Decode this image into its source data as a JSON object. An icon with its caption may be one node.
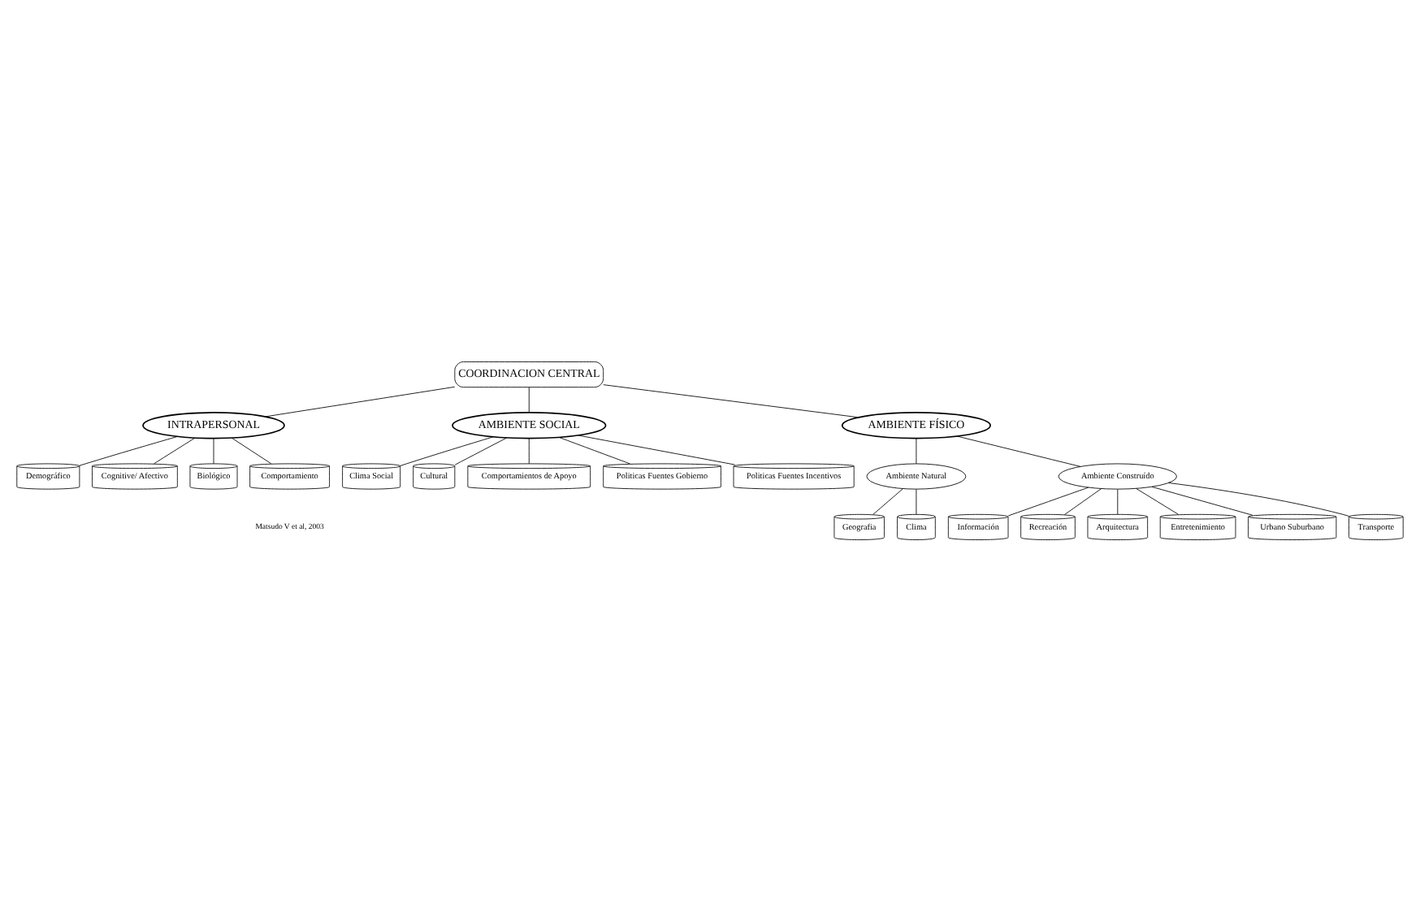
{
  "diagram": {
    "nodes": [
      {
        "text": [
          "COORDINACION CENTRAL"
        ]
      },
      {
        "text": [
          "INTRAPERSONAL"
        ]
      },
      {
        "text": [
          "AMBIENTE SOCIAL"
        ]
      },
      {
        "text": [
          "AMBIENTE FÍSICO"
        ]
      },
      {
        "text": [
          "Ambiente Natural"
        ]
      },
      {
        "text": [
          "Ambiente Construído"
        ]
      },
      {
        "text": [
          "Demográfico"
        ]
      },
      {
        "text": [
          "Cognitive/ Afectivo"
        ]
      },
      {
        "text": [
          "Biológico"
        ]
      },
      {
        "text": [
          "Comportamiento"
        ]
      },
      {
        "text": [
          "Clima Social"
        ]
      },
      {
        "text": [
          "Cultural"
        ]
      },
      {
        "text": [
          "Comportamientos de Apoyo"
        ]
      },
      {
        "text": [
          "Politicas Fuentes Gobierno"
        ]
      },
      {
        "text": [
          "Politicas Fuentes Incentivos"
        ]
      },
      {
        "text": [
          "Geografia"
        ]
      },
      {
        "text": [
          "Información"
        ]
      },
      {
        "text": [
          "Recreación"
        ]
      },
      {
        "text": [
          "Clima"
        ]
      },
      {
        "text": [
          "Arquitectura"
        ]
      },
      {
        "text": [
          "Entretenimiento"
        ]
      },
      {
        "text": [
          "Urbano Suburbano"
        ]
      },
      {
        "text": [
          "Transporte"
        ]
      }
    ],
    "edges": [
      {
        "from": 0,
        "to": 1,
        "arrow": "none"
      },
      {
        "from": 0,
        "to": 2,
        "arrow": "none"
      },
      {
        "from": 0,
        "to": 3,
        "arrow": "none"
      },
      {
        "from": 1,
        "to": 6,
        "arrow": "none"
      },
      {
        "from": 1,
        "to": 7,
        "arrow": "none"
      },
      {
        "from": 1,
        "to": 8,
        "arrow": "none"
      },
      {
        "from": 1,
        "to": 9,
        "arrow": "none"
      },
      {
        "from": 2,
        "to": 10,
        "arrow": "none"
      },
      {
        "from": 2,
        "to": 11,
        "arrow": "none"
      },
      {
        "from": 2,
        "to": 12,
        "arrow": "none"
      },
      {
        "from": 2,
        "to": 13,
        "arrow": "none"
      },
      {
        "from": 2,
        "to": 14,
        "arrow": "none"
      },
      {
        "from": 3,
        "to": 4,
        "arrow": "none"
      },
      {
        "from": 3,
        "to": 5,
        "arrow": "none"
      },
      {
        "from": 4,
        "to": 15,
        "arrow": "none"
      },
      {
        "from": 4,
        "to": 18,
        "arrow": "none"
      },
      {
        "from": 5,
        "to": 16,
        "arrow": "none"
      },
      {
        "from": 5,
        "to": 17,
        "arrow": "none"
      },
      {
        "from": 5,
        "to": 19,
        "arrow": "none"
      },
      {
        "from": 5,
        "to": 20,
        "arrow": "none"
      },
      {
        "from": 5,
        "to": 21,
        "arrow": "none"
      },
      {
        "from": 5,
        "to": 22,
        "arrow": "none"
      }
    ],
    "labels": [
      "Matsudo V et al, 2003"
    ]
  }
}
